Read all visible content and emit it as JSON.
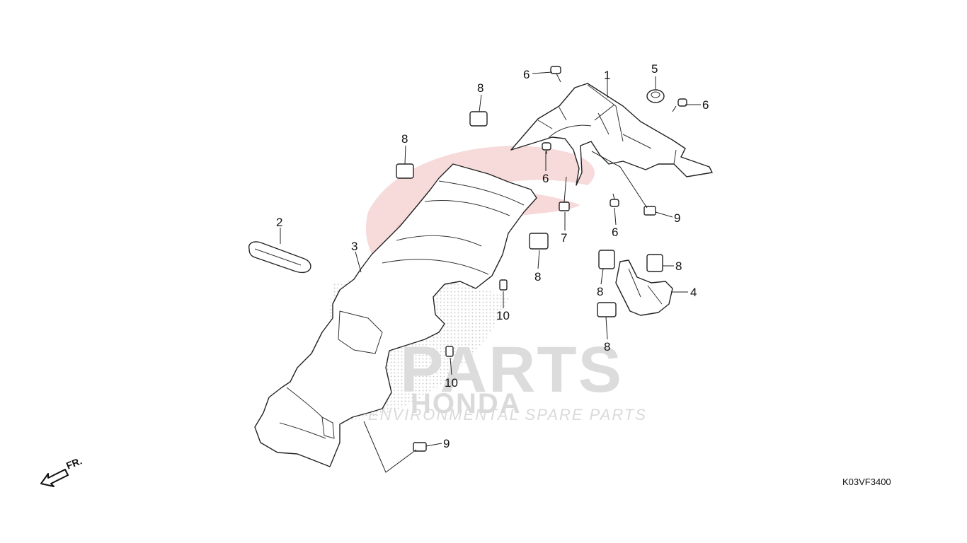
{
  "diagram_code": "K03VF3400",
  "front_indicator": "FR.",
  "watermark": {
    "brand": "PARTS",
    "sub_brand": "HONDA",
    "tagline": "ENVIRONMENTAL SPARE PARTS",
    "color": "#e8474a"
  },
  "callouts": {
    "c1": "1",
    "c2": "2",
    "c3": "3",
    "c4": "4",
    "c5": "5",
    "c6a": "6",
    "c6b": "6",
    "c6c": "6",
    "c6d": "6",
    "c7": "7",
    "c8a": "8",
    "c8b": "8",
    "c8c": "8",
    "c8d": "8",
    "c8e": "8",
    "c8f": "8",
    "c9a": "9",
    "c9b": "9",
    "c10a": "10",
    "c10b": "10"
  }
}
